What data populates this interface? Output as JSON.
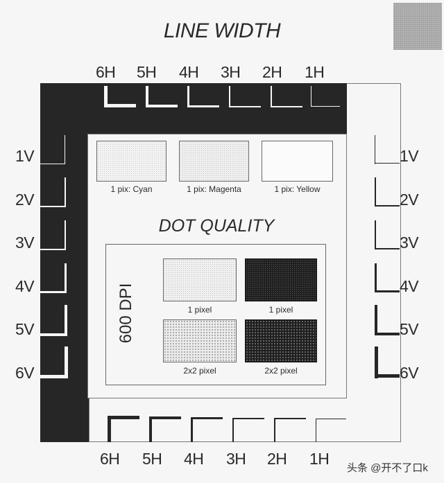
{
  "title_line_width": "LINE WIDTH",
  "title_dot_quality": "DOT QUALITY",
  "dpi_label": "600 DPI",
  "h_labels_top": [
    "6H",
    "5H",
    "4H",
    "3H",
    "2H",
    "1H"
  ],
  "h_labels_bottom": [
    "6H",
    "5H",
    "4H",
    "3H",
    "2H",
    "1H"
  ],
  "v_labels_left": [
    "1V",
    "2V",
    "3V",
    "4V",
    "5V",
    "6V"
  ],
  "v_labels_right": [
    "1V",
    "2V",
    "3V",
    "4V",
    "5V",
    "6V"
  ],
  "color_swatches": [
    {
      "caption": "1 pix: Cyan",
      "fill": "#f2f2f2",
      "dot": "#cfcfcf"
    },
    {
      "caption": "1 pix: Magenta",
      "fill": "#efefef",
      "dot": "#c7c7c7"
    },
    {
      "caption": "1 pix: Yellow",
      "fill": "#fbfbfb",
      "dot": "#ececec"
    }
  ],
  "dot_swatches": [
    {
      "caption": "1 pixel",
      "style": "light-fine"
    },
    {
      "caption": "1 pixel",
      "style": "dark-fine"
    },
    {
      "caption": "2x2 pixel",
      "style": "light-coarse"
    },
    {
      "caption": "2x2 pixel",
      "style": "dark-coarse"
    }
  ],
  "watermark": "头条 @开不了口k",
  "colors": {
    "ink": "#262626",
    "paper": "#f6f6f6",
    "gray_patch": "#b4b4b4"
  }
}
